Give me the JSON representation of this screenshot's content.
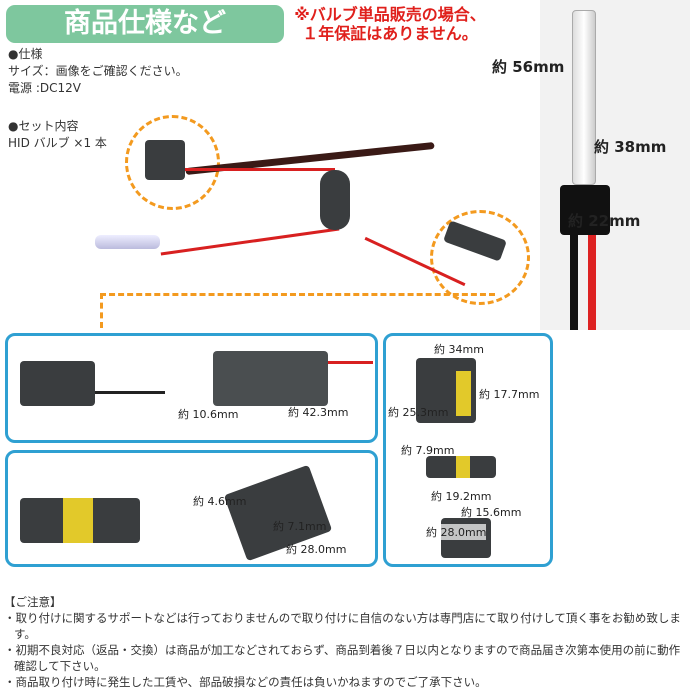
{
  "header": {
    "title": "商品仕様など"
  },
  "warning": {
    "line1": "※バルブ単品販売の場合、",
    "line2": "１年保証はありません。"
  },
  "spec": {
    "heading": "●仕様",
    "size": "サイズ：画像をご確認ください。",
    "power": "電源 :DC12V",
    "set_heading": "●セット内容",
    "set_item": "HID バルブ ×1 本"
  },
  "bulb_dims": {
    "length": "約 56mm",
    "glass": "約 38mm",
    "base": "約 22mm"
  },
  "panel1": {
    "diameter": "約 10.6mm",
    "length": "約 42.3mm"
  },
  "panel2": {
    "height": "約 4.6mm",
    "width": "約 7.1mm",
    "length": "約 28.0mm"
  },
  "panel3": {
    "w1": "約 34mm",
    "h1": "約 17.7mm",
    "d1": "約 25.3mm",
    "h2": "約 7.9mm",
    "l2": "約 19.2mm",
    "w3": "約 15.6mm",
    "l3": "約 28.0mm"
  },
  "notes": {
    "heading": "【ご注意】",
    "items": [
      "・取り付けに関するサポートなどは行っておりませんので取り付けに自信のない方は専門店にて取り付けして頂く事をお勧め致します。",
      "・初期不良対応（返品・交換）は商品が加工などされておらず、商品到着後７日以内となりますので商品届き次第本使用の前に動作確認して下さい。",
      "・商品取り付け時に発生した工賃や、部品破損などの責任は負いかねますのでご了承下さい。"
    ]
  },
  "colors": {
    "header_bg": "#7ec79e",
    "warning": "#e0201c",
    "panel_border": "#2fa0d2",
    "callout": "#f39a1f"
  }
}
